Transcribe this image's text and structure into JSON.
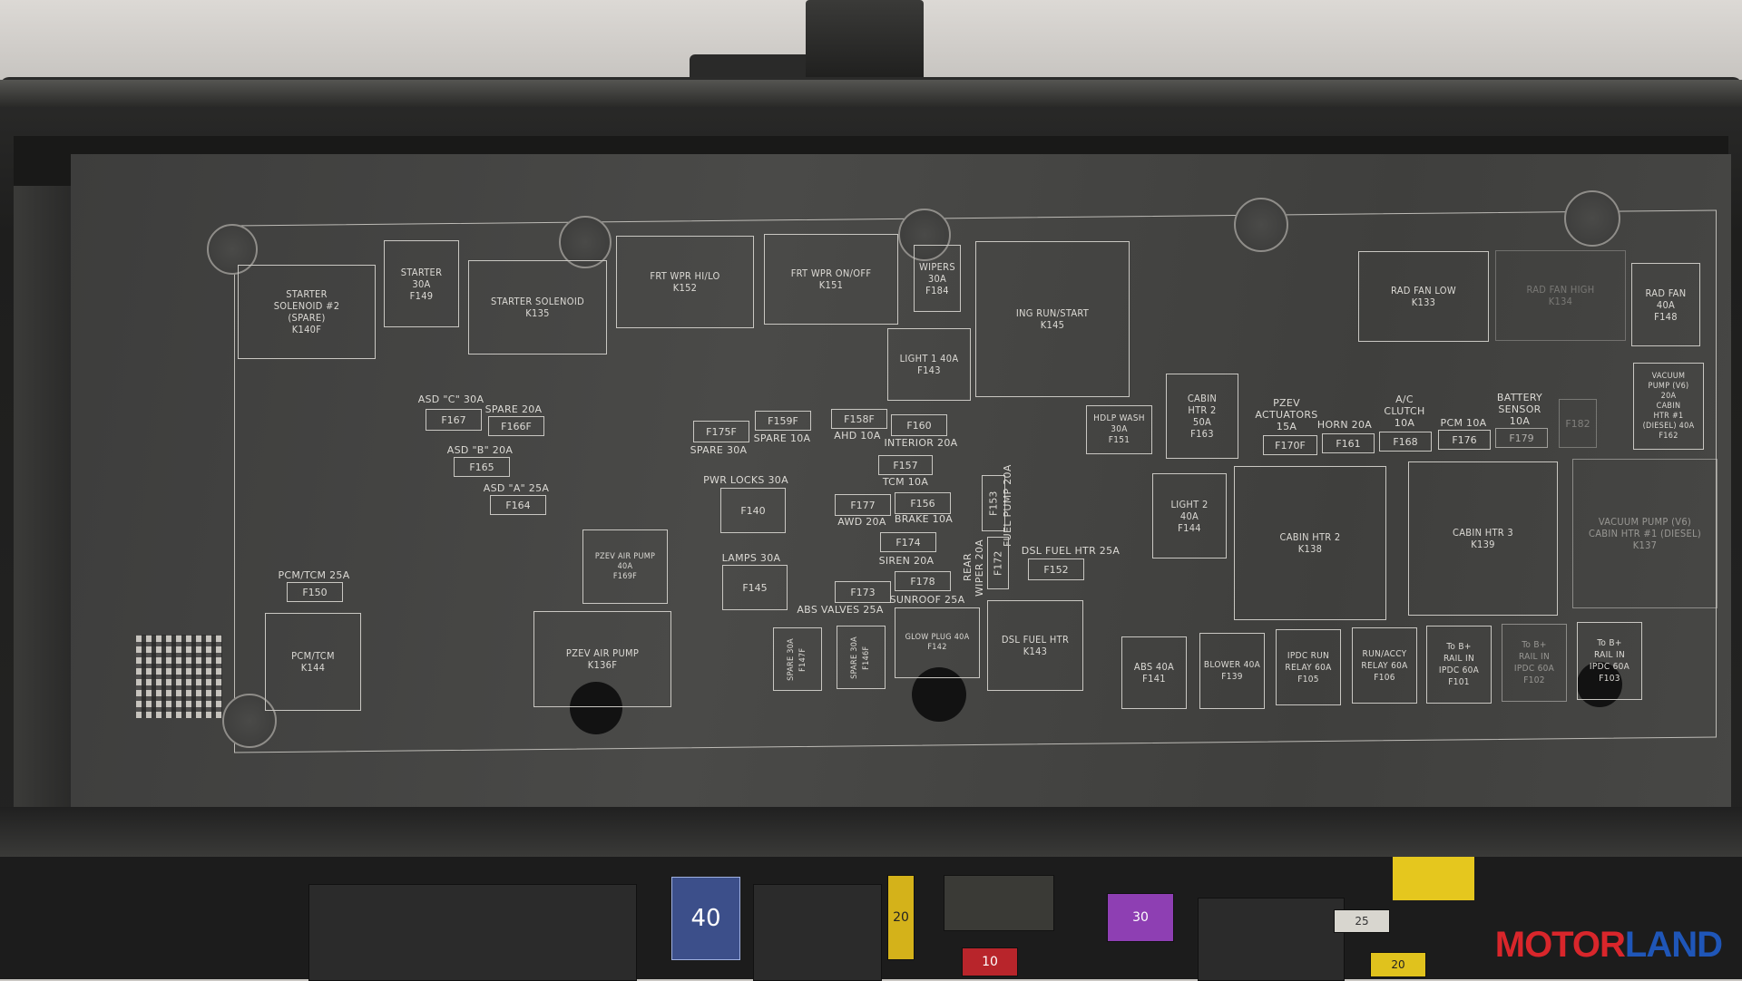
{
  "colors": {
    "label_ink": "#dcdad5",
    "panel": "#454543",
    "logo_red": "#d9262b",
    "logo_blue": "#1f56b8"
  },
  "relays": {
    "starter_solenoid_2": "STARTER\nSOLENOID #2\n(SPARE)\nK140F",
    "starter_30a": "STARTER\n30A\nF149",
    "starter_solenoid": "STARTER SOLENOID\nK135",
    "frt_wpr_hilo": "FRT WPR HI/LO\nK152",
    "frt_wpr_onoff": "FRT WPR ON/OFF\nK151",
    "wipers": "WIPERS\n30A\nF184",
    "ing_run_start": "ING RUN/START\nK145",
    "light1": "LIGHT 1 40A\nF143",
    "rad_fan_low": "RAD FAN LOW\nK133",
    "rad_fan_high": "RAD FAN HIGH\nK134",
    "rad_fan_40a": "RAD FAN\n40A\nF148",
    "vacuum_pump": "VACUUM\nPUMP (V6)\n20A\nCABIN\nHTR #1\n(DIESEL) 40A\nF162",
    "cabin_htr2_50a": "CABIN\nHTR 2\n50A\nF163",
    "hdlp_wash": "HDLP WASH\n30A\nF151",
    "light2": "LIGHT 2\n40A\nF144",
    "cabin_htr2_relay": "CABIN HTR 2\nK138",
    "cabin_htr3_relay": "CABIN HTR 3\nK139",
    "vacuum_relay": "VACUUM PUMP (V6)\nCABIN HTR #1 (DIESEL)\nK137",
    "pcm_tcm_relay": "PCM/TCM\nK144",
    "pzev_air_pump_relay": "PZEV AIR PUMP\nK136F",
    "pzev_air_pump_fuse": "PZEV AIR PUMP\n40A\nF169F",
    "dsl_fuel_htr_relay": "DSL FUEL HTR\nK143",
    "glow_plug": "GLOW PLUG 40A\nF142",
    "abs_40a": "ABS 40A\nF141",
    "blower": "BLOWER 40A\nF139",
    "ipdc_run": "IPDC RUN\nRELAY 60A\nF105",
    "run_accy": "RUN/ACCY\nRELAY 60A\nF106",
    "b_rail_101": "To B+\nRAIL IN\nIPDC 60A\nF101",
    "b_rail_102": "To B+\nRAIL IN\nIPDC 60A\nF102",
    "b_rail_103": "To B+\nRAIL IN\nIPDC 60A\nF103",
    "spare_147": "SPARE 30A\nF147F",
    "spare_146": "SPARE 30A\nF146F"
  },
  "fuses": {
    "f167": "F167",
    "f166": "F166F",
    "f165": "F165",
    "f164": "F164",
    "f175": "F175F",
    "f159": "F159F",
    "f158": "F158F",
    "f160": "F160",
    "f157": "F157",
    "f140": "F140",
    "f177": "F177",
    "f156": "F156",
    "f174": "F174",
    "f145": "F145",
    "f178": "F178",
    "f173": "F173",
    "f150": "F150",
    "f153": "F153",
    "f172": "F172",
    "f152": "F152",
    "f170": "F170F",
    "f161": "F161",
    "f168": "F168",
    "f176": "F176",
    "f179": "F179",
    "f182": "F182"
  },
  "captions": {
    "asd_c": "ASD \"C\" 30A",
    "spare_20a": "SPARE 20A",
    "asd_b": "ASD \"B\" 20A",
    "asd_a": "ASD \"A\" 25A",
    "spare_30a": "SPARE 30A",
    "spare_10a": "SPARE 10A",
    "awd_10a": "AHD 10A",
    "interior": "INTERIOR 20A",
    "tcm": "TCM 10A",
    "pwr_locks": "PWR LOCKS 30A",
    "awd_20a": "AWD 20A",
    "brake": "BRAKE 10A",
    "siren": "SIREN 20A",
    "lamps": "LAMPS 30A",
    "sunroof": "SUNROOF 25A",
    "abs_valves": "ABS VALVES 25A",
    "pcm_tcm": "PCM/TCM 25A",
    "rear_wiper": "REAR\nWIPER 20A",
    "fuel_pump": "FUEL PUMP 20A",
    "dsl_fuel_htr": "DSL FUEL HTR 25A",
    "pzev_act": "PZEV\nACTUATORS\n15A",
    "horn": "HORN 20A",
    "ac_clutch": "A/C\nCLUTCH\n10A",
    "pcm_10a": "PCM 10A",
    "battery": "BATTERY\nSENSOR\n10A"
  },
  "logo": {
    "part1": "MOTOR",
    "part2": "LAND"
  },
  "fuse_caps": {
    "c40": "40",
    "c20": "20",
    "c30": "30",
    "c25": "25",
    "c10": "10"
  }
}
